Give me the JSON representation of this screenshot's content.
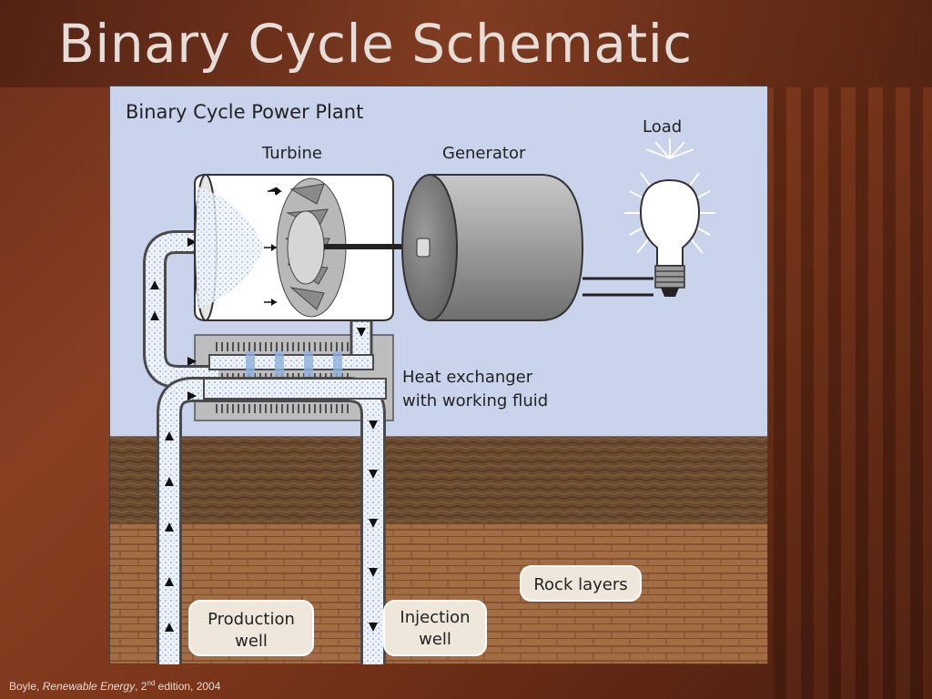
{
  "slide": {
    "title": "Binary Cycle Schematic"
  },
  "diagram": {
    "heading": "Binary Cycle Power Plant",
    "labels": {
      "turbine": "Turbine",
      "generator": "Generator",
      "load": "Load",
      "heat_exchanger_line1": "Heat exchanger",
      "heat_exchanger_line2": "with working fluid",
      "rock_layers": "Rock layers",
      "production_line1": "Production",
      "production_line2": "well",
      "injection_line1": "Injection",
      "injection_line2": "well"
    },
    "colors": {
      "sky": "#c9d3ec",
      "soil_top": "#6b4a2e",
      "rock": "#9c6a44",
      "pipe_fluid": "#e4ecf8"
    }
  },
  "caption": {
    "author": "Boyle, ",
    "book": "Renewable Energy",
    "edition_prefix": ", 2",
    "edition_sup": "nd",
    "edition_suffix": " edition, 2004"
  }
}
